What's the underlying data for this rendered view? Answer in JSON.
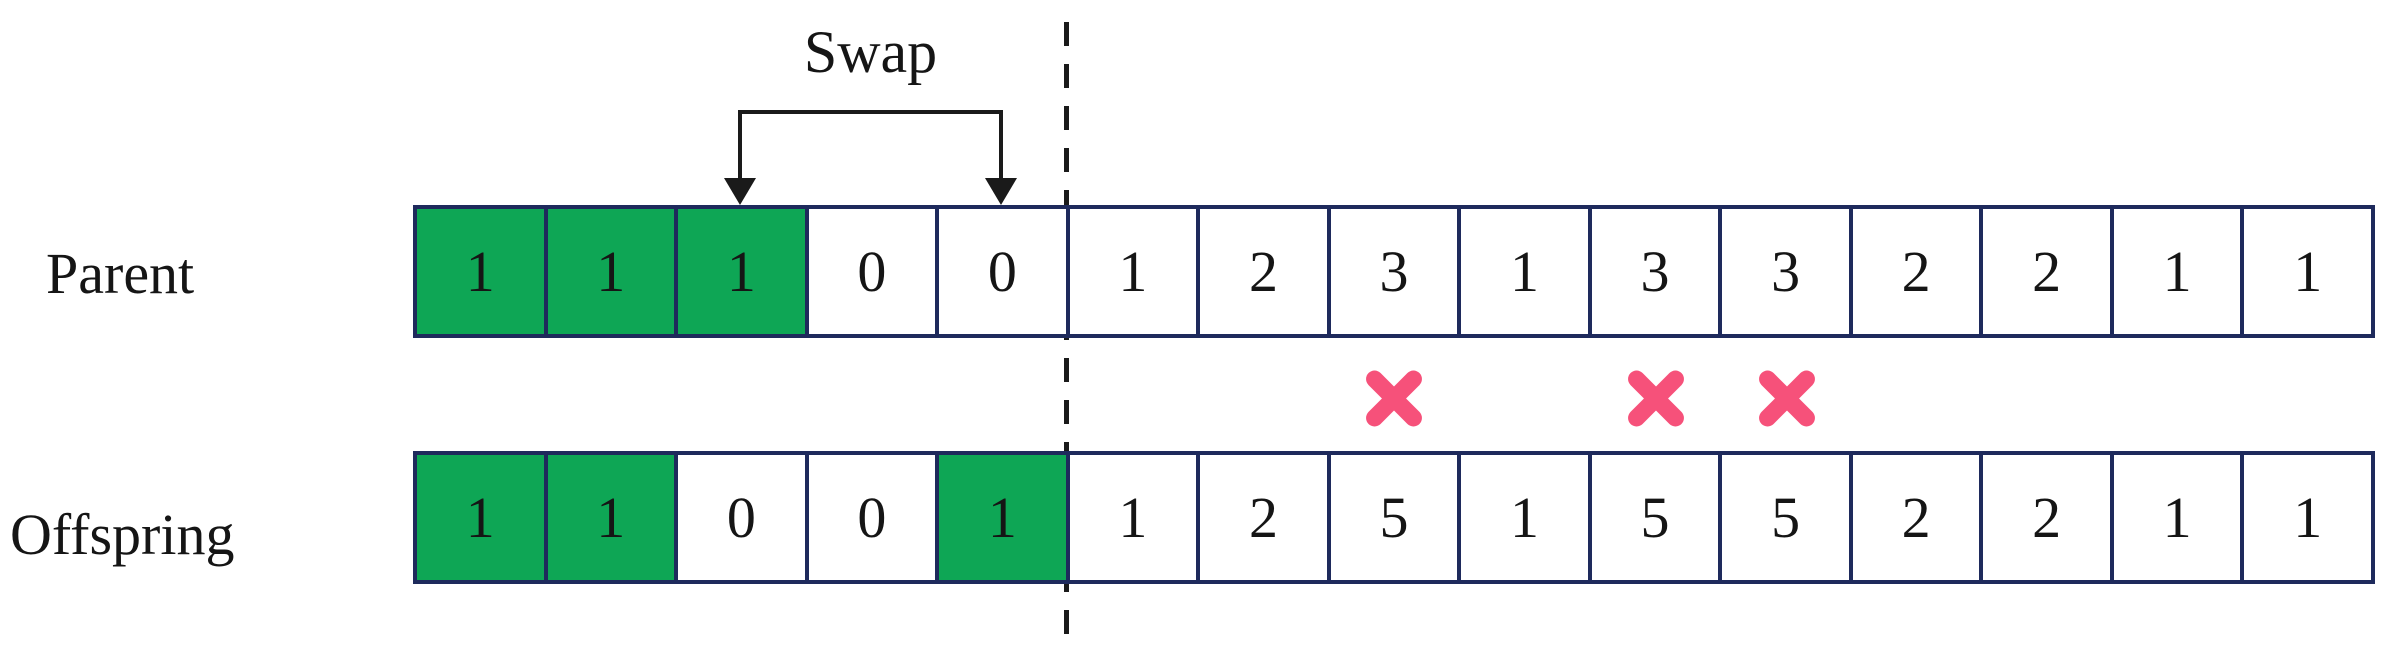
{
  "parent_row": {
    "label": "Parent",
    "values": [
      "1",
      "1",
      "1",
      "0",
      "0",
      "1",
      "2",
      "3",
      "1",
      "3",
      "3",
      "2",
      "2",
      "1",
      "1"
    ],
    "highlighted_indices": [
      0,
      1,
      2
    ],
    "swap_arrow_cell_indices": [
      2,
      4
    ]
  },
  "offspring_row": {
    "label": "Offspring",
    "values": [
      "1",
      "1",
      "0",
      "0",
      "1",
      "1",
      "2",
      "5",
      "1",
      "5",
      "5",
      "2",
      "2",
      "1",
      "1"
    ],
    "highlighted_indices": [
      0,
      1,
      4
    ],
    "crossed_out_indices": [
      7,
      9,
      10
    ]
  },
  "annotations": {
    "swap_label": "Swap",
    "x_mark_symbol": "✖",
    "x_mark_count": 3,
    "crossover_divider_after_index": 4
  },
  "colors": {
    "highlight_green": "#0ea655",
    "cell_border_navy": "#1e2a5c",
    "x_mark_pink": "#f6517a",
    "line_black": "#1a1a1a",
    "cell_background": "#ffffff",
    "page_background": "#ffffff"
  }
}
